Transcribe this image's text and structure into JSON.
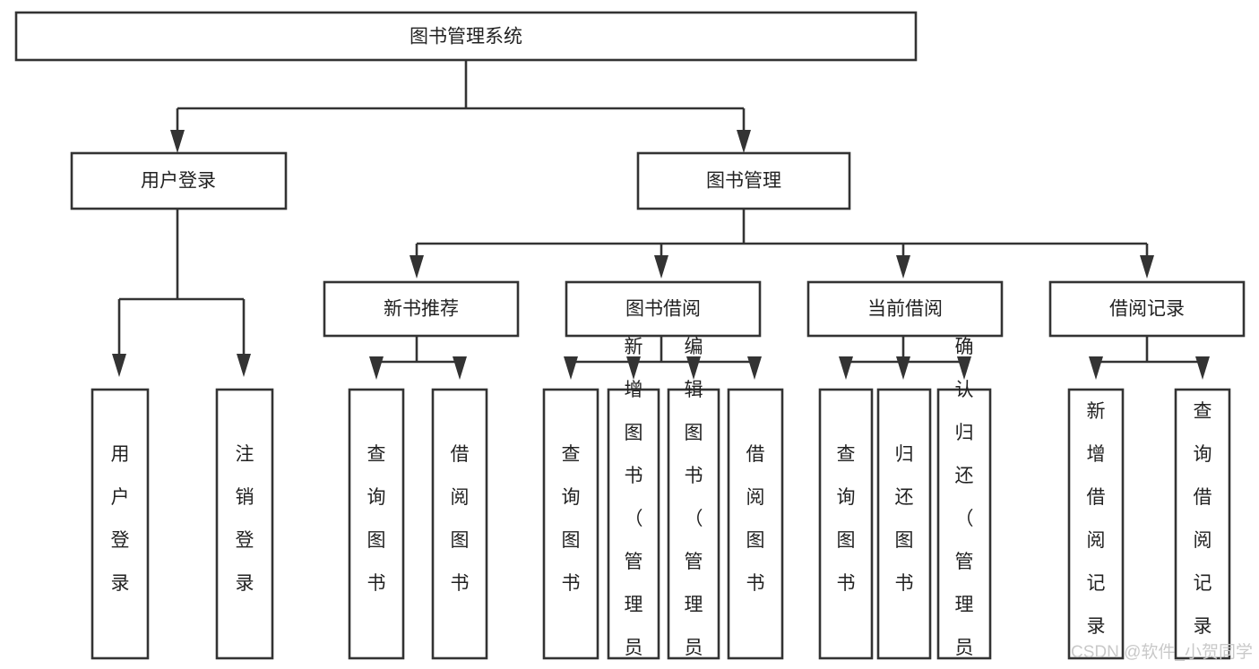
{
  "diagram": {
    "type": "tree-hierarchy-diagram",
    "title": "图书管理系统",
    "orientation": "top-down",
    "colors": {
      "stroke": "#333333",
      "fill": "#ffffff",
      "text": "#222222",
      "watermark": "#c9c9c9"
    },
    "levels": {
      "root": "图书管理系统",
      "level2": [
        "用户登录",
        "图书管理"
      ],
      "level3": [
        "新书推荐",
        "图书借阅",
        "当前借阅",
        "借阅记录"
      ]
    },
    "nodes": {
      "root": {
        "label": "图书管理系统"
      },
      "user_login": {
        "label": "用户登录"
      },
      "book_mgmt": {
        "label": "图书管理"
      },
      "new_book_rec": {
        "label": "新书推荐"
      },
      "book_borrow": {
        "label": "图书借阅"
      },
      "current_borrow": {
        "label": "当前借阅"
      },
      "borrow_record": {
        "label": "借阅记录"
      }
    },
    "leaves": {
      "user_login": [
        {
          "label": "用户登录",
          "chars": [
            "用",
            "户",
            "登",
            "录"
          ]
        },
        {
          "label": "注销登录",
          "chars": [
            "注",
            "销",
            "登",
            "录"
          ]
        }
      ],
      "new_book_rec": [
        {
          "label": "查询图书",
          "chars": [
            "查",
            "询",
            "图",
            "书"
          ]
        },
        {
          "label": "借阅图书",
          "chars": [
            "借",
            "阅",
            "图",
            "书"
          ]
        }
      ],
      "book_borrow": [
        {
          "label": "查询图书",
          "chars": [
            "查",
            "询",
            "图",
            "书"
          ]
        },
        {
          "label": "新增图书（管理员）",
          "chars": [
            "新",
            "增",
            "图",
            "书",
            "（",
            "管",
            "理",
            "员",
            "）"
          ]
        },
        {
          "label": "编辑图书（管理员）",
          "chars": [
            "编",
            "辑",
            "图",
            "书",
            "（",
            "管",
            "理",
            "员",
            "）"
          ]
        },
        {
          "label": "借阅图书",
          "chars": [
            "借",
            "阅",
            "图",
            "书"
          ]
        }
      ],
      "current_borrow": [
        {
          "label": "查询图书",
          "chars": [
            "查",
            "询",
            "图",
            "书"
          ]
        },
        {
          "label": "归还图书",
          "chars": [
            "归",
            "还",
            "图",
            "书"
          ]
        },
        {
          "label": "确认归还（管理员）",
          "chars": [
            "确",
            "认",
            "归",
            "还",
            "（",
            "管",
            "理",
            "员",
            "）"
          ]
        }
      ],
      "borrow_record": [
        {
          "label": "新增借阅记录",
          "chars": [
            "新",
            "增",
            "借",
            "阅",
            "记",
            "录"
          ]
        },
        {
          "label": "查询借阅记录",
          "chars": [
            "查",
            "询",
            "借",
            "阅",
            "记",
            "录"
          ]
        }
      ]
    },
    "watermark": "CSDN @软件_小贺同学"
  }
}
